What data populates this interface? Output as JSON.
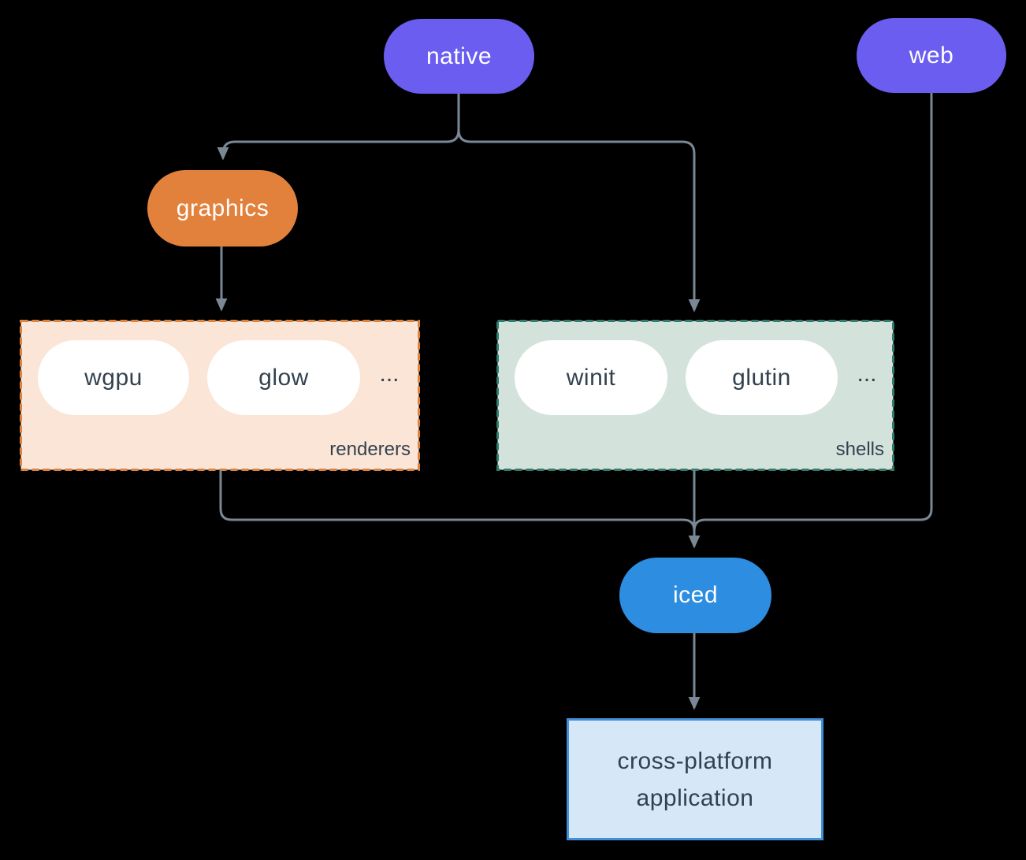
{
  "diagram": {
    "background_color": "#000000",
    "connector_color": "#7A8794",
    "nodes": {
      "native": {
        "label": "native",
        "fill": "#6B5DF0",
        "text_color": "#FFFFFF"
      },
      "web": {
        "label": "web",
        "fill": "#6B5DF0",
        "text_color": "#FFFFFF"
      },
      "graphics": {
        "label": "graphics",
        "fill": "#E2813C",
        "text_color": "#FFFFFF"
      },
      "iced": {
        "label": "iced",
        "fill": "#2D8DE0",
        "text_color": "#FFFFFF"
      },
      "application": {
        "line1": "cross-platform",
        "line2": "application",
        "fill": "#D6E7F8",
        "border_color": "#4290D8",
        "text_color": "#33414F"
      }
    },
    "groups": {
      "renderers": {
        "label": "renderers",
        "ellipsis": "...",
        "fill": "#FAE5D6",
        "border_color": "#E0823B",
        "items": [
          {
            "label": "wgpu"
          },
          {
            "label": "glow"
          }
        ]
      },
      "shells": {
        "label": "shells",
        "ellipsis": "...",
        "fill": "#D4E2DC",
        "border_color": "#2F7D6D",
        "items": [
          {
            "label": "winit"
          },
          {
            "label": "glutin"
          }
        ]
      }
    }
  }
}
